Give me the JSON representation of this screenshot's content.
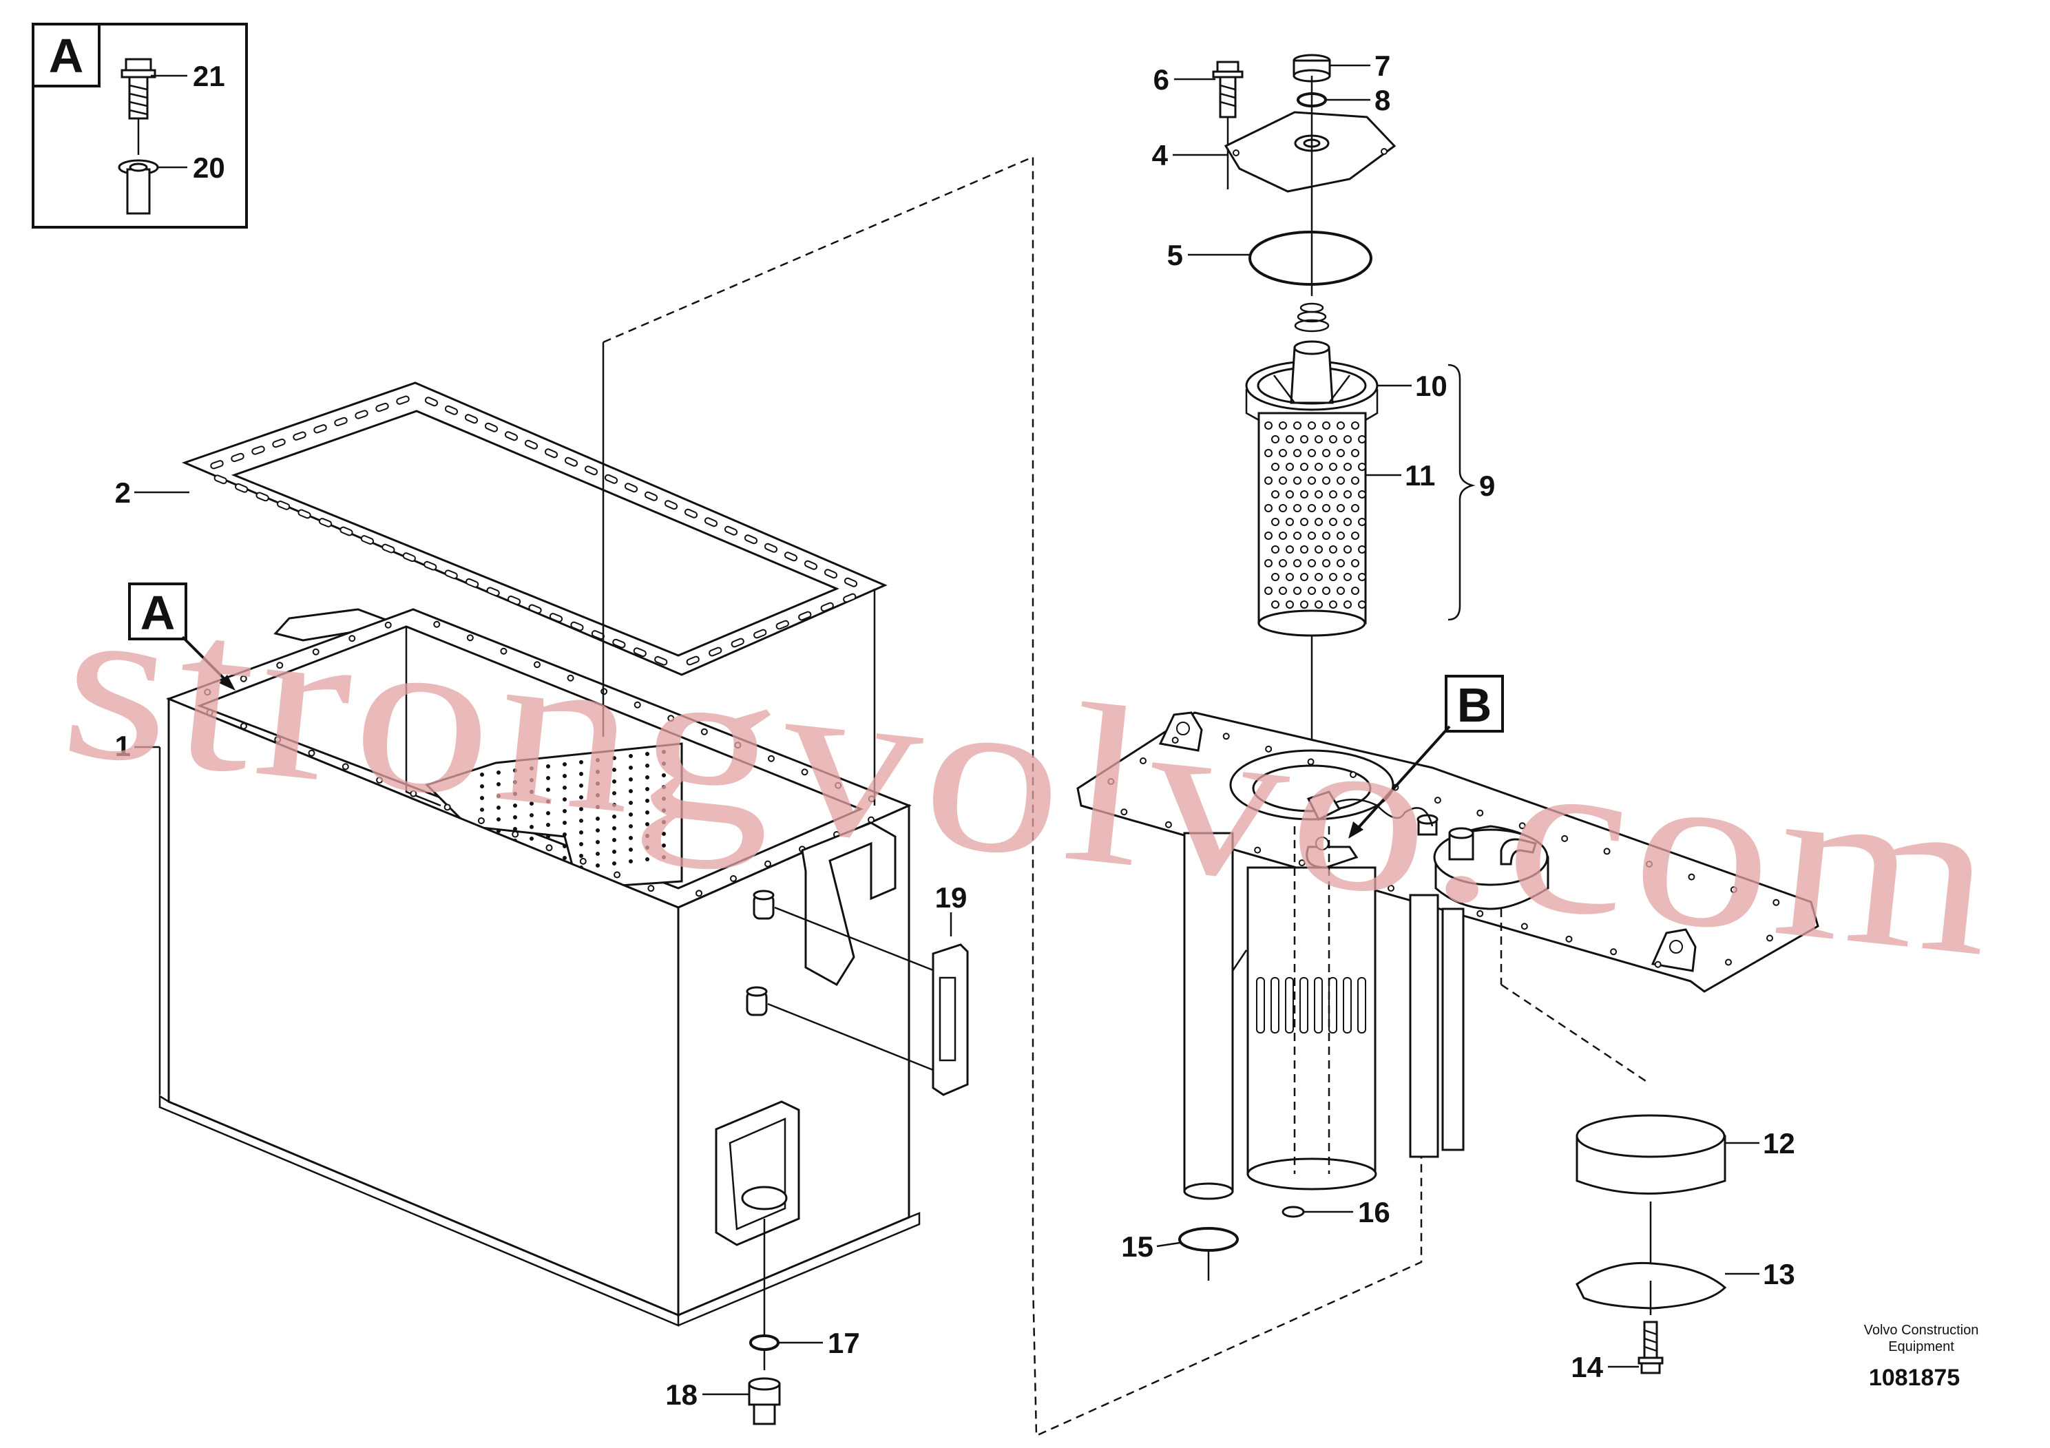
{
  "detail_a_label": "A",
  "callout_a_label": "A",
  "callout_b_label": "B",
  "parts": [
    {
      "id": "p1",
      "label": "1"
    },
    {
      "id": "p2",
      "label": "2"
    },
    {
      "id": "p4",
      "label": "4"
    },
    {
      "id": "p5",
      "label": "5"
    },
    {
      "id": "p6",
      "label": "6"
    },
    {
      "id": "p7",
      "label": "7"
    },
    {
      "id": "p8",
      "label": "8"
    },
    {
      "id": "p9",
      "label": "9"
    },
    {
      "id": "p10",
      "label": "10"
    },
    {
      "id": "p11",
      "label": "11"
    },
    {
      "id": "p12",
      "label": "12"
    },
    {
      "id": "p13",
      "label": "13"
    },
    {
      "id": "p14",
      "label": "14"
    },
    {
      "id": "p15",
      "label": "15"
    },
    {
      "id": "p16",
      "label": "16"
    },
    {
      "id": "p17",
      "label": "17"
    },
    {
      "id": "p18",
      "label": "18"
    },
    {
      "id": "p19",
      "label": "19"
    },
    {
      "id": "p20",
      "label": "20"
    },
    {
      "id": "p21",
      "label": "21"
    }
  ],
  "footer": {
    "company_line1": "Volvo Construction",
    "company_line2": "Equipment",
    "drawing_number": "1081875"
  },
  "watermark": "strongvolvo.com",
  "colors": {
    "line": "#111111",
    "background": "#ffffff",
    "watermark": "#e3a3a3"
  }
}
